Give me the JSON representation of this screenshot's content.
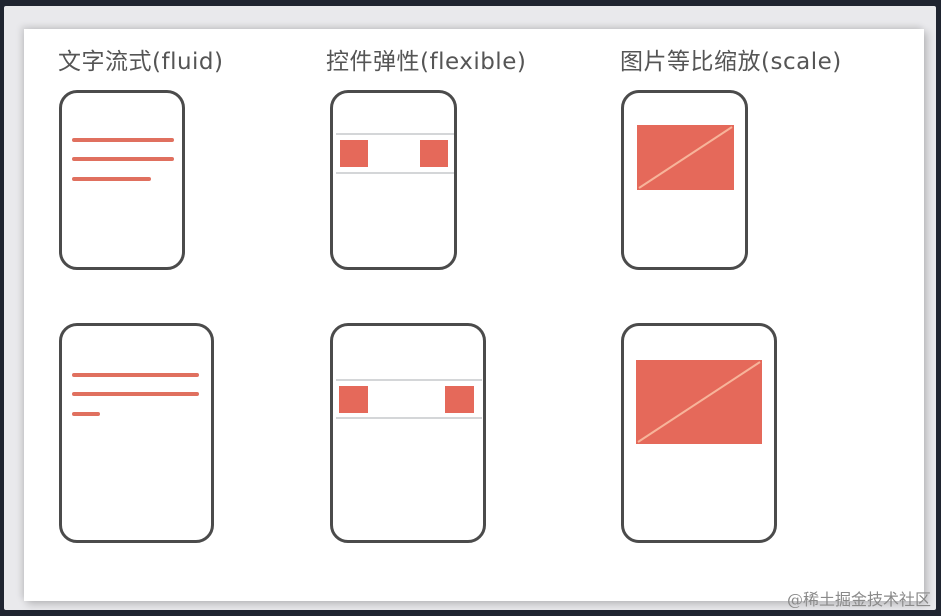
{
  "columns": [
    {
      "id": "fluid",
      "title": "文字流式(fluid)"
    },
    {
      "id": "flexible",
      "title": "控件弹性(flexible)"
    },
    {
      "id": "scale",
      "title": "图片等比缩放(scale)"
    }
  ],
  "diagram": {
    "rows": [
      "small-screen",
      "large-screen"
    ],
    "colors": {
      "accent": "#e5695a",
      "text_line": "#e0705f",
      "phone_border": "#4b4b4b",
      "rule": "#d4d6d8",
      "title_text": "#555555"
    }
  },
  "watermark": "@稀土掘金技术社区"
}
